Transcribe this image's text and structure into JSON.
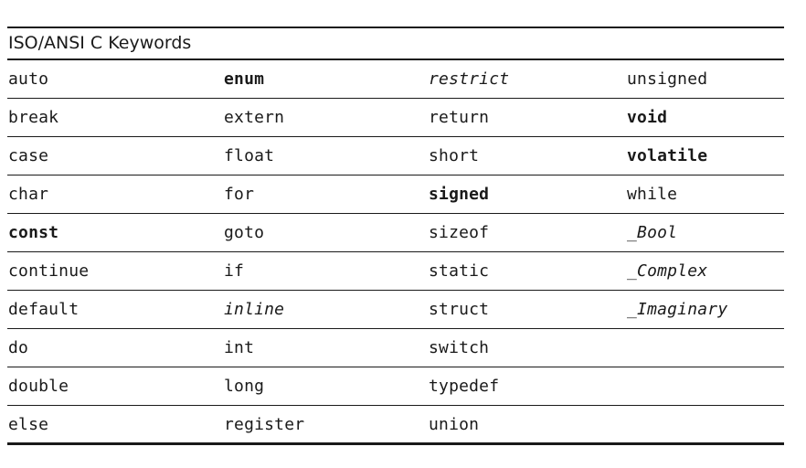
{
  "table": {
    "caption": "ISO/ANSI C Keywords",
    "rows": [
      [
        {
          "text": "auto",
          "style": "normal"
        },
        {
          "text": "enum",
          "style": "bold"
        },
        {
          "text": "restrict",
          "style": "italic"
        },
        {
          "text": "unsigned",
          "style": "normal"
        }
      ],
      [
        {
          "text": "break",
          "style": "normal"
        },
        {
          "text": "extern",
          "style": "normal"
        },
        {
          "text": "return",
          "style": "normal"
        },
        {
          "text": "void",
          "style": "bold"
        }
      ],
      [
        {
          "text": "case",
          "style": "normal"
        },
        {
          "text": "float",
          "style": "normal"
        },
        {
          "text": "short",
          "style": "normal"
        },
        {
          "text": "volatile",
          "style": "bold"
        }
      ],
      [
        {
          "text": "char",
          "style": "normal"
        },
        {
          "text": "for",
          "style": "normal"
        },
        {
          "text": "signed",
          "style": "bold"
        },
        {
          "text": "while",
          "style": "normal"
        }
      ],
      [
        {
          "text": "const",
          "style": "bold"
        },
        {
          "text": "goto",
          "style": "normal"
        },
        {
          "text": "sizeof",
          "style": "normal"
        },
        {
          "text": "_Bool",
          "style": "italic"
        }
      ],
      [
        {
          "text": "continue",
          "style": "normal"
        },
        {
          "text": "if",
          "style": "normal"
        },
        {
          "text": "static",
          "style": "normal"
        },
        {
          "text": "_Complex",
          "style": "italic"
        }
      ],
      [
        {
          "text": "default",
          "style": "normal"
        },
        {
          "text": "inline",
          "style": "italic"
        },
        {
          "text": "struct",
          "style": "normal"
        },
        {
          "text": "_Imaginary",
          "style": "italic"
        }
      ],
      [
        {
          "text": "do",
          "style": "normal"
        },
        {
          "text": "int",
          "style": "normal"
        },
        {
          "text": "switch",
          "style": "normal"
        },
        {
          "text": "",
          "style": "normal"
        }
      ],
      [
        {
          "text": "double",
          "style": "normal"
        },
        {
          "text": "long",
          "style": "normal"
        },
        {
          "text": "typedef",
          "style": "normal"
        },
        {
          "text": "",
          "style": "normal"
        }
      ],
      [
        {
          "text": "else",
          "style": "normal"
        },
        {
          "text": "register",
          "style": "normal"
        },
        {
          "text": "union",
          "style": "normal"
        },
        {
          "text": "",
          "style": "normal"
        }
      ]
    ]
  }
}
